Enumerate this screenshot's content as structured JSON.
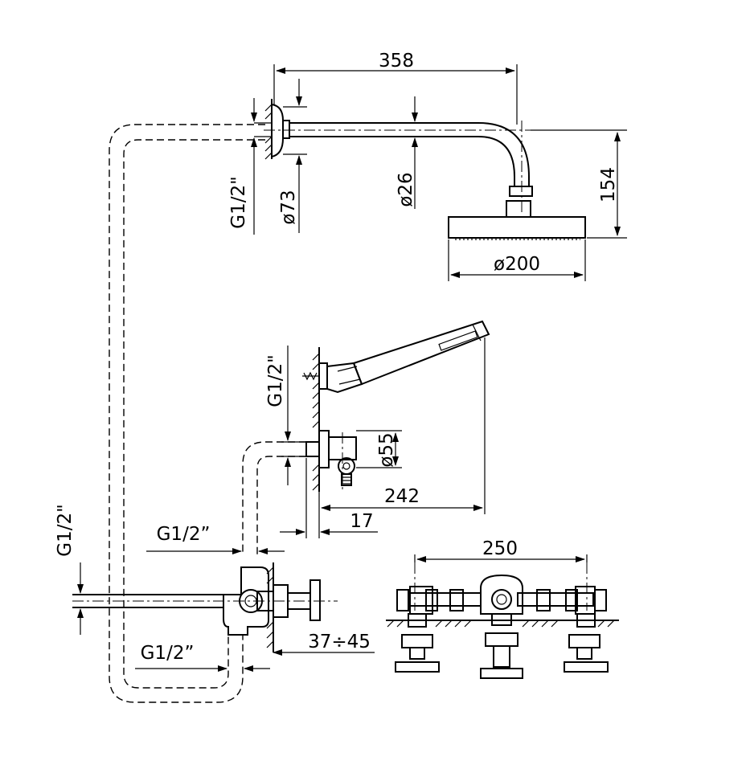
{
  "dimensions": {
    "arm_length": "358",
    "head_height": "154",
    "head_diameter": "ø200",
    "arm_diameter": "ø26",
    "flange_diameter": "ø73",
    "arm_thread": "G1/2\"",
    "hand_holder_thread": "G1/2\"",
    "outlet_diameter": "ø55",
    "hand_reach": "242",
    "outlet_depth": "17",
    "mixer_side_thread": "G1/2\"",
    "mixer_top_thread": "G1/2”",
    "mixer_bottom_thread": "G1/2”",
    "wall_depth_range": "37÷45",
    "valve_spacing": "250"
  }
}
